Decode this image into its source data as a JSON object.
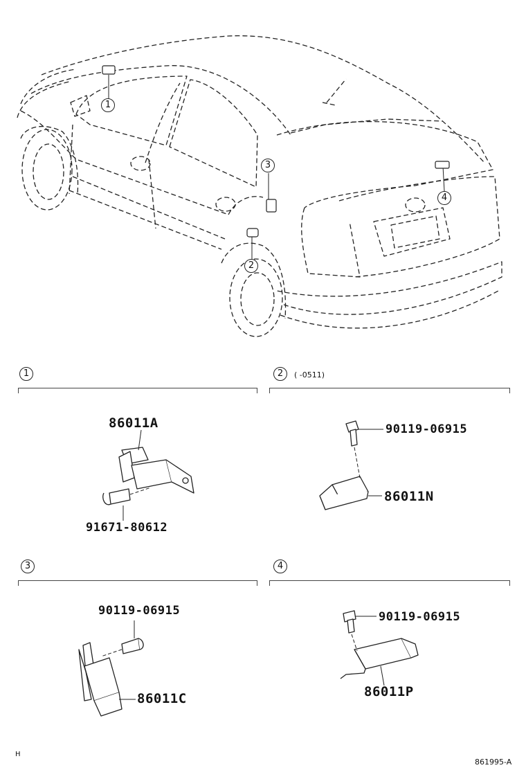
{
  "overview": {
    "callouts": [
      "1",
      "2",
      "3",
      "4"
    ]
  },
  "sections": [
    {
      "num": "1",
      "note": "",
      "parts": [
        "86011A",
        "91671-80612"
      ]
    },
    {
      "num": "2",
      "note": "(      -0511)",
      "parts": [
        "90119-06915",
        "86011N"
      ]
    },
    {
      "num": "3",
      "note": "",
      "parts": [
        "90119-06915",
        "86011C"
      ]
    },
    {
      "num": "4",
      "note": "",
      "parts": [
        "90119-06915",
        "86011P"
      ]
    }
  ],
  "footer": {
    "left_mark": "H",
    "figure_id": "861995-A"
  }
}
